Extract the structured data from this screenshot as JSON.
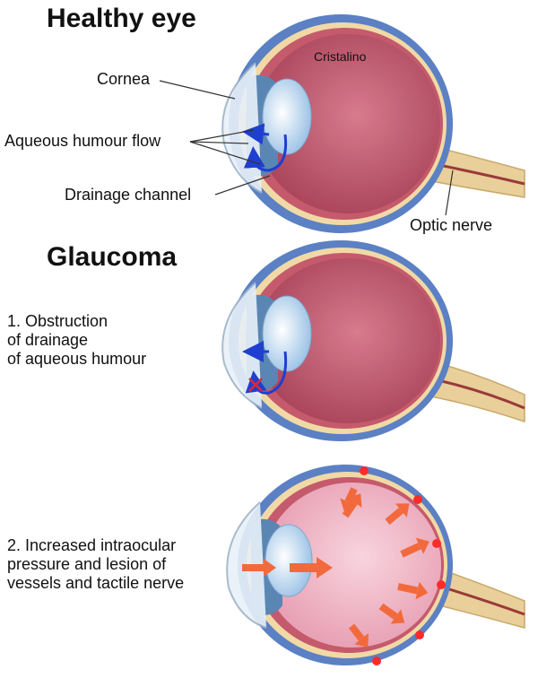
{
  "titles": {
    "healthy": "Healthy eye",
    "glaucoma": "Glaucoma"
  },
  "labels": {
    "cornea": "Cornea",
    "cristalino": "Cristalino",
    "aqueous_flow": "Aqueous humour flow",
    "drainage_channel": "Drainage channel",
    "optic_nerve": "Optic nerve"
  },
  "steps": {
    "obstruction": "1. Obstruction\nof drainage\nof aqueous humour",
    "pressure": "2. Increased intraocular\npressure and lesion of\nvessels and tactile nerve"
  },
  "colors": {
    "sclera": "#5b80c4",
    "choroid": "#c45a6c",
    "retina_yellow": "#f1d9a6",
    "vitreous": "#b9536a",
    "vitreous_pressure": "#f0b3c6",
    "lens": "#d6e9f8",
    "iris": "#5a86b4",
    "flow_arrow": "#1f3fd0",
    "pressure_arrow": "#f26a3c",
    "hotspot": "#ff2a2a",
    "nerve": "#e9cf9a"
  },
  "icons": [
    "flow-arrow",
    "blockage-x-icon",
    "pressure-arrow",
    "hotspot"
  ]
}
